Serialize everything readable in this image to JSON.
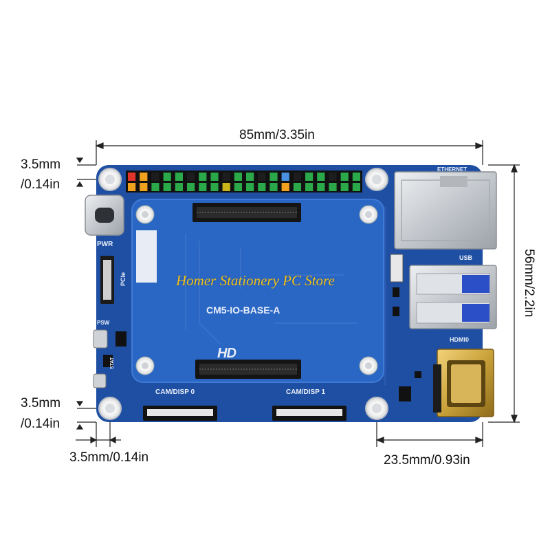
{
  "dimensions": {
    "width_label": "85mm/3.35in",
    "height_label": "56mm/2.2in",
    "top_left_hole_mm": "3.5mm",
    "top_left_hole_in": "/0.14in",
    "bottom_left_hole_mm": "3.5mm",
    "bottom_left_hole_in": "/0.14in",
    "left_edge_offset": "3.5mm/0.14in",
    "right_hole_offset": "23.5mm/0.93in"
  },
  "board": {
    "model": "CM5-IO-BASE-A",
    "hd_logo": "HD",
    "pwr_label": "PWR",
    "pcie_label": "PCIe",
    "psw_label": "PSW",
    "stat_label": "STAT",
    "ethernet_label": "ETHERNET",
    "usb_label": "USB",
    "hdmi_label": "HDMI0",
    "cam0_label": "CAM/DISP 0",
    "cam1_label": "CAM/DISP 1"
  },
  "watermark": "Homer Stationery PC Store",
  "colors": {
    "pcb": "#1f4fa3",
    "pcb_dark": "#163e88",
    "module_area": "#2a66c4",
    "metal": "#c9ccd1",
    "gold": "#c9a23a"
  }
}
